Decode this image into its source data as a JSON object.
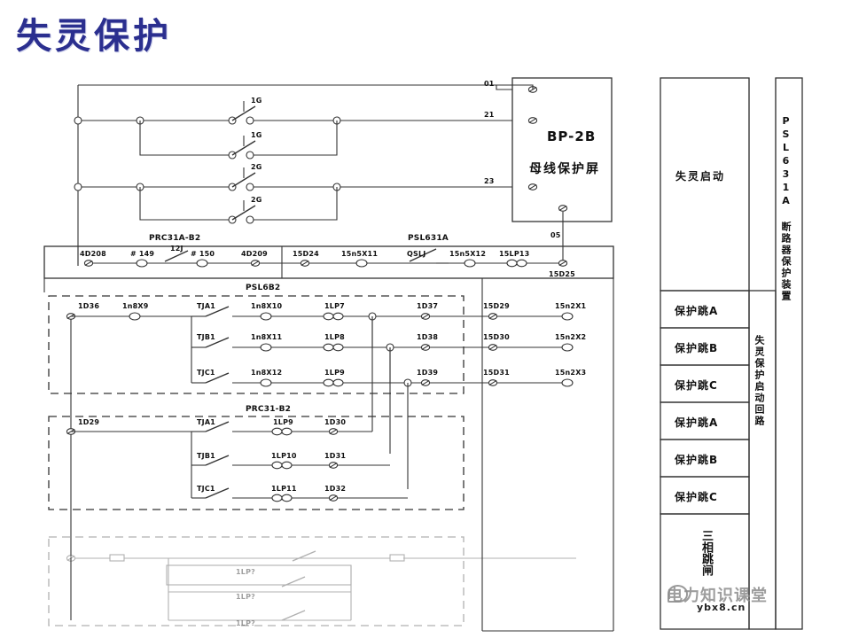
{
  "page": {
    "title": "失灵保护",
    "accent_color": "#2b2f8f",
    "line_color": "#333333",
    "bg": "#ffffff"
  },
  "bus_protection_panel": {
    "model": "BP-2B",
    "name": "母线保护屏",
    "terminals": [
      "01",
      "21",
      "23",
      "05"
    ]
  },
  "switches_top": [
    {
      "label": "1G"
    },
    {
      "label": "1G"
    },
    {
      "label": "2G"
    },
    {
      "label": "2G"
    }
  ],
  "terminal_strip": {
    "left_group_title": "PRC31A-B2",
    "right_group_title": "PSL631A",
    "items": [
      "4D208",
      "# 149",
      "12J",
      "# 150",
      "4D209",
      "15D24",
      "15n5X11",
      "QSLJ",
      "15n5X12",
      "15LP13"
    ],
    "outlet_label": "15D25"
  },
  "section_psl6b2": {
    "title": "PSL6B2",
    "source_terminal": "1D36",
    "rows": [
      {
        "relay": "TJA1",
        "contact": "1n8X10",
        "link": "1LP7",
        "out": "1D37",
        "strip": "15D29",
        "far": "15n2X1",
        "pre": "1n8X9"
      },
      {
        "relay": "TJB1",
        "contact": "1n8X11",
        "link": "1LP8",
        "out": "1D38",
        "strip": "15D30",
        "far": "15n2X2",
        "pre": ""
      },
      {
        "relay": "TJC1",
        "contact": "1n8X12",
        "link": "1LP9",
        "out": "1D39",
        "strip": "15D31",
        "far": "15n2X3",
        "pre": ""
      }
    ]
  },
  "section_prc31b2": {
    "title": "PRC31-B2",
    "source_terminal": "1D29",
    "rows": [
      {
        "relay": "TJA1",
        "link": "1LP9",
        "out": "1D30"
      },
      {
        "relay": "TJB1",
        "link": "1LP10",
        "out": "1D31"
      },
      {
        "relay": "TJC1",
        "link": "1LP11",
        "out": "1D32"
      }
    ]
  },
  "section_bottom": {
    "rows": [
      {
        "link": "1LP?"
      },
      {
        "link": "1LP?"
      },
      {
        "link": "1LP?"
      }
    ]
  },
  "right_panel": {
    "header_cell": "失灵启动",
    "device_label": "PSL631A 断路器保护装置",
    "circuit_label": "失灵保护启动回路",
    "trip_label": "三相跳闸",
    "cells": [
      "保护跳A",
      "保护跳B",
      "保护跳C",
      "保护跳A",
      "保护跳B",
      "保护跳C"
    ]
  },
  "watermark": {
    "text": "电力知识课堂",
    "sub": "ybx8.cn"
  }
}
